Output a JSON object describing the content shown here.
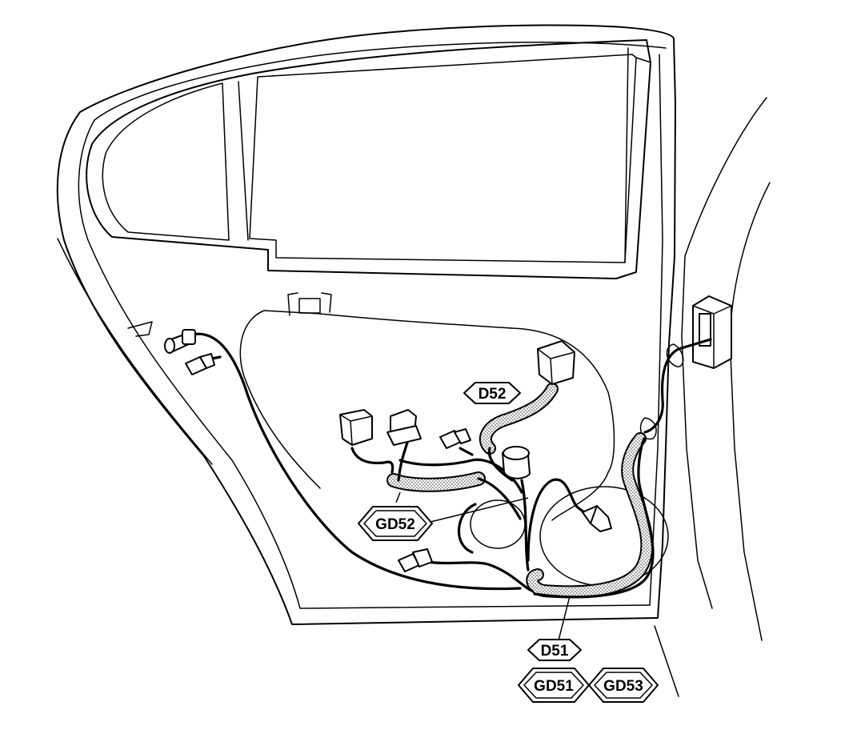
{
  "labels": {
    "d52": "D52",
    "gd52": "GD52",
    "d51": "D51",
    "gd51": "GD51",
    "gd53": "GD53"
  },
  "colors": {
    "line": "#000000",
    "background": "#ffffff",
    "harness_stipple": "#b0b0b0"
  }
}
